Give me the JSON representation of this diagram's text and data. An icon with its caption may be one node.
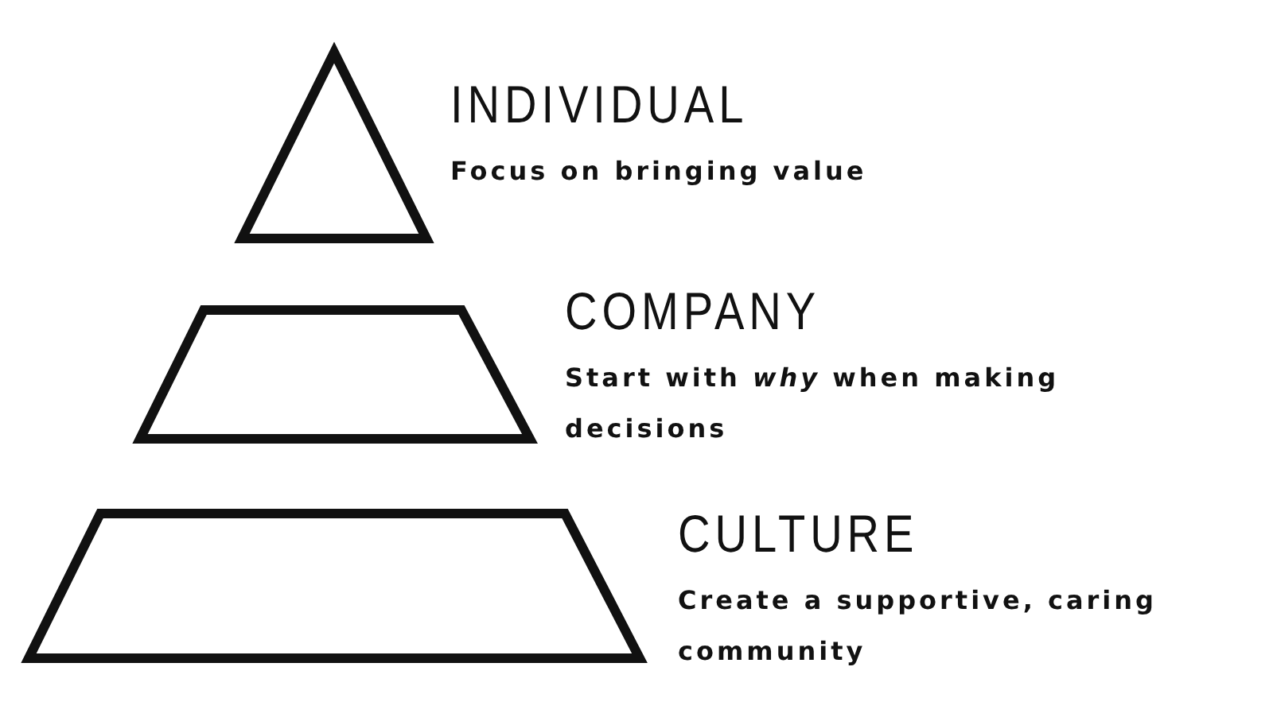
{
  "diagram": {
    "nodes": [
      {
        "text": [
          "INDIVIDUAL",
          "Focus on bringing value"
        ]
      },
      {
        "text": [
          "COMPANY",
          "Start with *why* when making decisions"
        ]
      },
      {
        "text": [
          "CULTURE",
          "Create a supportive, caring community"
        ]
      }
    ]
  }
}
